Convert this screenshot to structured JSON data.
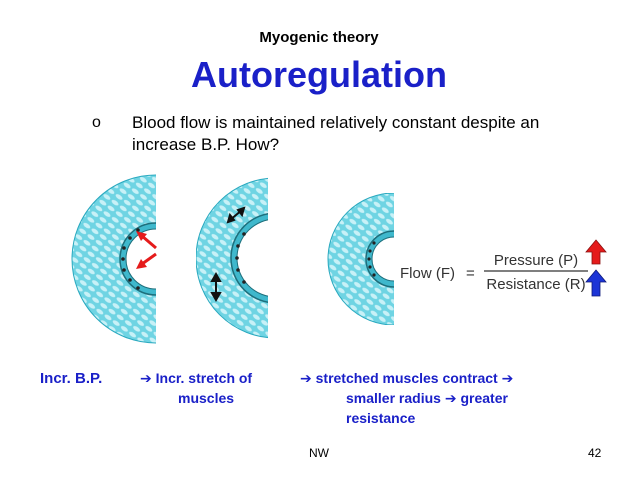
{
  "slide": {
    "subtitle": "Myogenic theory",
    "title": "Autoregulation",
    "bullet_marker": "o",
    "bullet_text": "Blood flow is maintained relatively constant despite an increase B.P.  How?"
  },
  "formula": {
    "lhs": "Flow (F)",
    "equals": "=",
    "numerator": "Pressure (P)",
    "denominator": "Resistance (R)",
    "pressure_arrow_color": "#e51b1b",
    "resistance_arrow_color": "#1d35d6"
  },
  "captions": {
    "step1": "Incr. B.P.",
    "arrow_glyph": "➔",
    "step2_line1": "Incr. stretch of",
    "step2_line2": "muscles",
    "step3_line1": "stretched muscles contract",
    "step3_line2a": "smaller radius",
    "step3_line2b": "greater",
    "step3_line3": "resistance"
  },
  "colors": {
    "title_blue": "#1a20c8",
    "vessel_fill": "#6fd4e3",
    "vessel_light": "#c8f1f7",
    "red_arrow": "#e51b1b"
  },
  "footer": {
    "left": "NW",
    "page_number": "42"
  }
}
